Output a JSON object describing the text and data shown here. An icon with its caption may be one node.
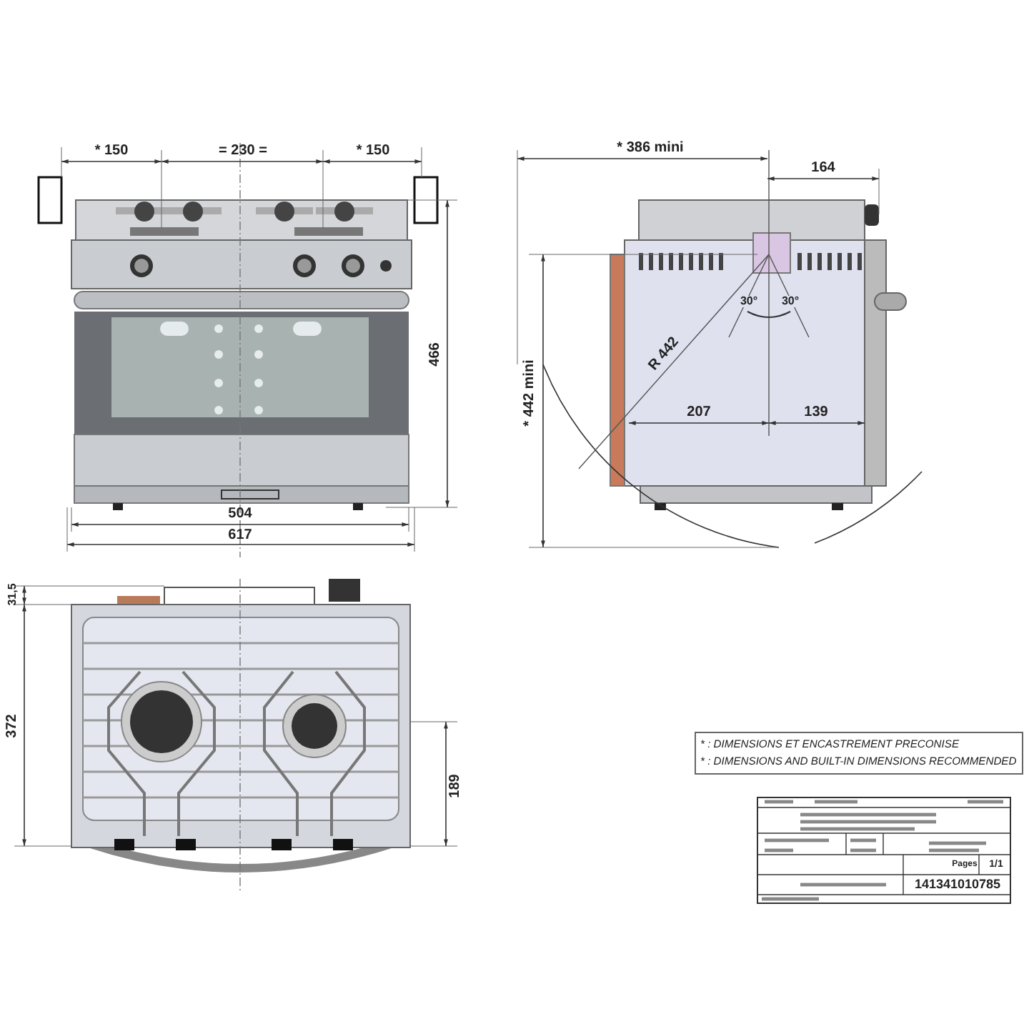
{
  "diagram": {
    "nodes": [
      {
        "text": [
          "* : DIMENSIONS ET ENCASTREMENT PRECONISE",
          "* : DIMENSIONS AND BUILT-IN DIMENSIONS RECOMMENDED"
        ]
      }
    ],
    "labels": [
      "* 150",
      "= 230 =",
      "* 150",
      "466",
      "504",
      "617",
      "* 386 mini",
      "164",
      "* 442 mini",
      "R 442",
      "30°",
      "30°",
      "207",
      "139",
      "31,5",
      "372",
      "189",
      "Pages",
      "1/1",
      "141341010785"
    ]
  }
}
